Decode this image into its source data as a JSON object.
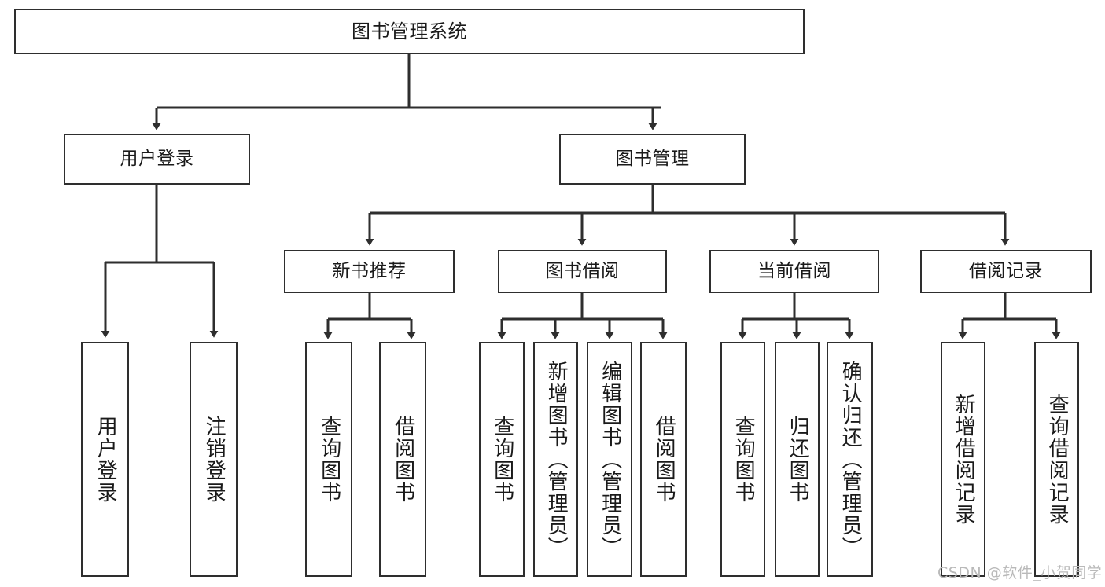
{
  "diagram": {
    "title": "图书管理系统",
    "watermark": "CSDN @软件_小贺同学",
    "stroke_color": "#2e2e2e",
    "background_color": "#ffffff",
    "text_color": "#1a1a1a",
    "watermark_color": "#b9b9b9"
  },
  "nodes": {
    "root": {
      "label": "图书管理系统"
    },
    "level1": [
      {
        "label": "用户登录"
      },
      {
        "label": "图书管理"
      }
    ],
    "level2": [
      {
        "label": "新书推荐"
      },
      {
        "label": "图书借阅"
      },
      {
        "label": "当前借阅"
      },
      {
        "label": "借阅记录"
      }
    ],
    "login_children": [
      {
        "label": "用户登录"
      },
      {
        "label": "注销登录"
      }
    ],
    "newbook_children": [
      {
        "label": "查询图书"
      },
      {
        "label": "借阅图书"
      }
    ],
    "borrow_children": [
      {
        "label": "查询图书"
      },
      {
        "label": "新增图书（管理员）"
      },
      {
        "label": "编辑图书（管理员）"
      },
      {
        "label": "借阅图书"
      }
    ],
    "current_children": [
      {
        "label": "查询图书"
      },
      {
        "label": "归还图书"
      },
      {
        "label": "确认归还（管理员）"
      }
    ],
    "record_children": [
      {
        "label": "新增借阅记录"
      },
      {
        "label": "查询借阅记录"
      }
    ]
  }
}
